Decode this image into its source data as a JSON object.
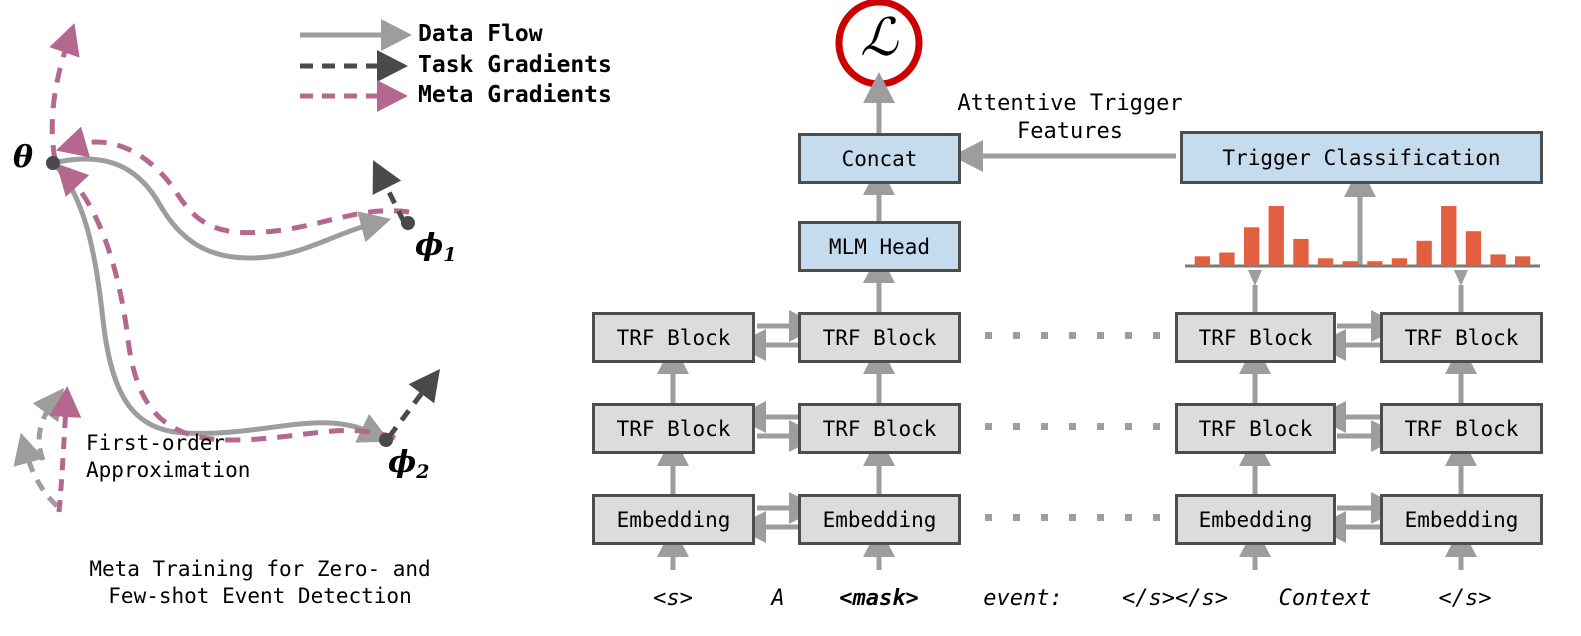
{
  "figure": {
    "left_panel": {
      "caption": [
        "Meta Training for Zero- and",
        "Few-shot Event Detection"
      ],
      "annotation": [
        "First-order",
        "Approximation"
      ],
      "points": [
        {
          "name": "theta",
          "label": "θ",
          "sub": ""
        },
        {
          "name": "phi1",
          "label": "ϕ",
          "sub": "1"
        },
        {
          "name": "phi2",
          "label": "ϕ",
          "sub": "2"
        }
      ],
      "legend": [
        {
          "label": "Data Flow",
          "style": "solid",
          "color": "#9d9d9d"
        },
        {
          "label": "Task Gradients",
          "style": "dashed",
          "color": "#4a4a4a"
        },
        {
          "label": "Meta Gradients",
          "style": "dashed",
          "color": "#b5688f"
        }
      ]
    },
    "right_panel": {
      "loss_symbol": "ℒ",
      "edge_label": [
        "Attentive Trigger",
        "Features"
      ],
      "blue_boxes": [
        {
          "name": "concat",
          "label": "Concat"
        },
        {
          "name": "mlm-head",
          "label": "MLM Head"
        },
        {
          "name": "trigger-classification",
          "label": "Trigger Classification"
        }
      ],
      "gray_boxes": {
        "trf": "TRF Block",
        "embedding": "Embedding"
      },
      "columns": [
        {
          "token": "<s>",
          "bold": false
        },
        {
          "token": "A",
          "bold": false
        },
        {
          "token": "<mask>",
          "bold": true
        },
        {
          "token": "event:",
          "bold": false
        },
        {
          "token": "</s></s>",
          "bold": false
        },
        {
          "token": "Context",
          "bold": false
        },
        {
          "token": "</s>",
          "bold": false
        }
      ],
      "attention_histogram": {
        "name": "attention-weights",
        "values": [
          0.1,
          0.14,
          0.4,
          0.62,
          0.28,
          0.08,
          0.05,
          0.05,
          0.08,
          0.26,
          0.62,
          0.36,
          0.12,
          0.1
        ]
      }
    },
    "colors": {
      "loss_ring": "#cc0000",
      "box_border": "#4d4d4d",
      "gray_fill": "#dcdcdc",
      "blue_fill": "#c5dcee",
      "arrow_gray": "#9d9d9d",
      "task_gradient": "#4a4a4a",
      "meta_gradient": "#b5688f",
      "histogram_bar": "#e2603f"
    }
  }
}
